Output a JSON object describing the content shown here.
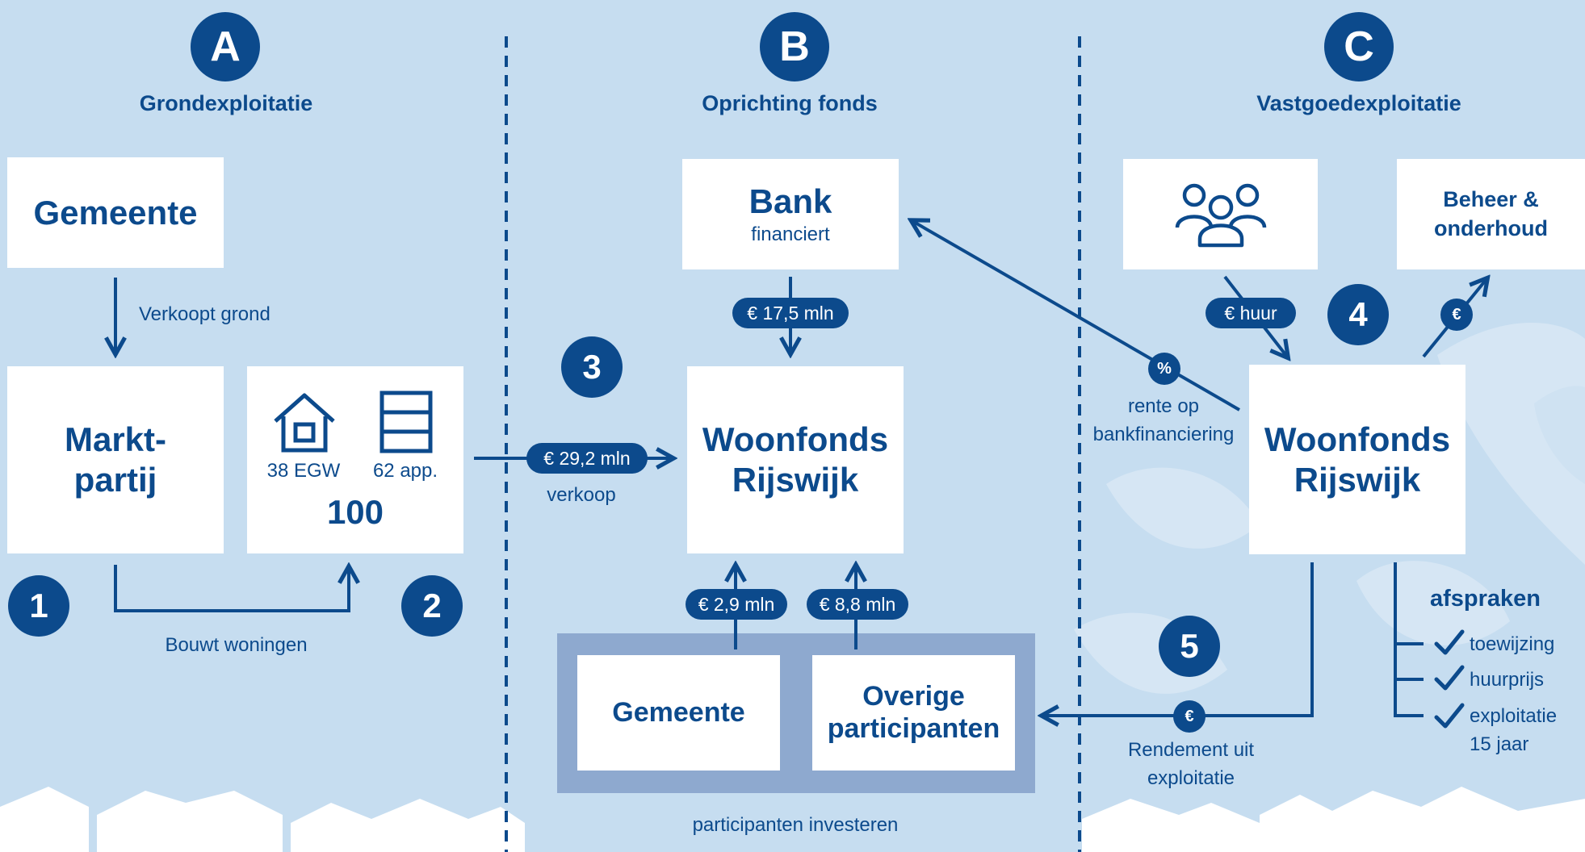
{
  "colors": {
    "primary": "#0c4a8c",
    "background": "#c6ddf0",
    "box": "#ffffff",
    "frame": "#8ea9cf"
  },
  "columns": [
    {
      "letter": "A",
      "title": "Grondexploitatie"
    },
    {
      "letter": "B",
      "title": "Oprichting fonds"
    },
    {
      "letter": "C",
      "title": "Vastgoedexploitatie"
    }
  ],
  "col_a": {
    "gemeente": "Gemeente",
    "verkoopt_grond": "Verkoopt grond",
    "marktpartij_line1": "Markt-",
    "marktpartij_line2": "partij",
    "egw_label": "38  EGW",
    "app_label": "62  app.",
    "total": "100",
    "bouwt_woningen": "Bouwt woningen",
    "house_icon": "house-icon",
    "apartment_icon": "apartment-icon"
  },
  "numbers": [
    "1",
    "2",
    "3",
    "4",
    "5"
  ],
  "col_b": {
    "bank_title": "Bank",
    "bank_sub": "financiert",
    "bank_amount": "€ 17,5 mln",
    "verkoop_amount": "€ 29,2 mln",
    "verkoop_label": "verkoop",
    "woonfonds_line1": "Woonfonds",
    "woonfonds_line2": "Rijswijk",
    "gemeente_amount": "€ 2,9 mln",
    "overige_amount": "€ 8,8 mln",
    "gemeente": "Gemeente",
    "overige_line1": "Overige",
    "overige_line2": "participanten",
    "participanten_investeren": "participanten investeren"
  },
  "col_c": {
    "tenants_icon": "people-icon",
    "beheer_line1": "Beheer &",
    "beheer_line2": "onderhoud",
    "huur_amount": "€ huur",
    "euro_symbol": "€",
    "percent_symbol": "%",
    "rente_line1": "rente op",
    "rente_line2": "bankfinanciering",
    "woonfonds_line1": "Woonfonds",
    "woonfonds_line2": "Rijswijk",
    "afspraken_title": "afspraken",
    "afspraken": [
      "toewijzing",
      "huurprijs",
      "exploitatie"
    ],
    "afspraken_extra": "15 jaar",
    "rendement_line1": "Rendement uit",
    "rendement_line2": "exploitatie"
  }
}
